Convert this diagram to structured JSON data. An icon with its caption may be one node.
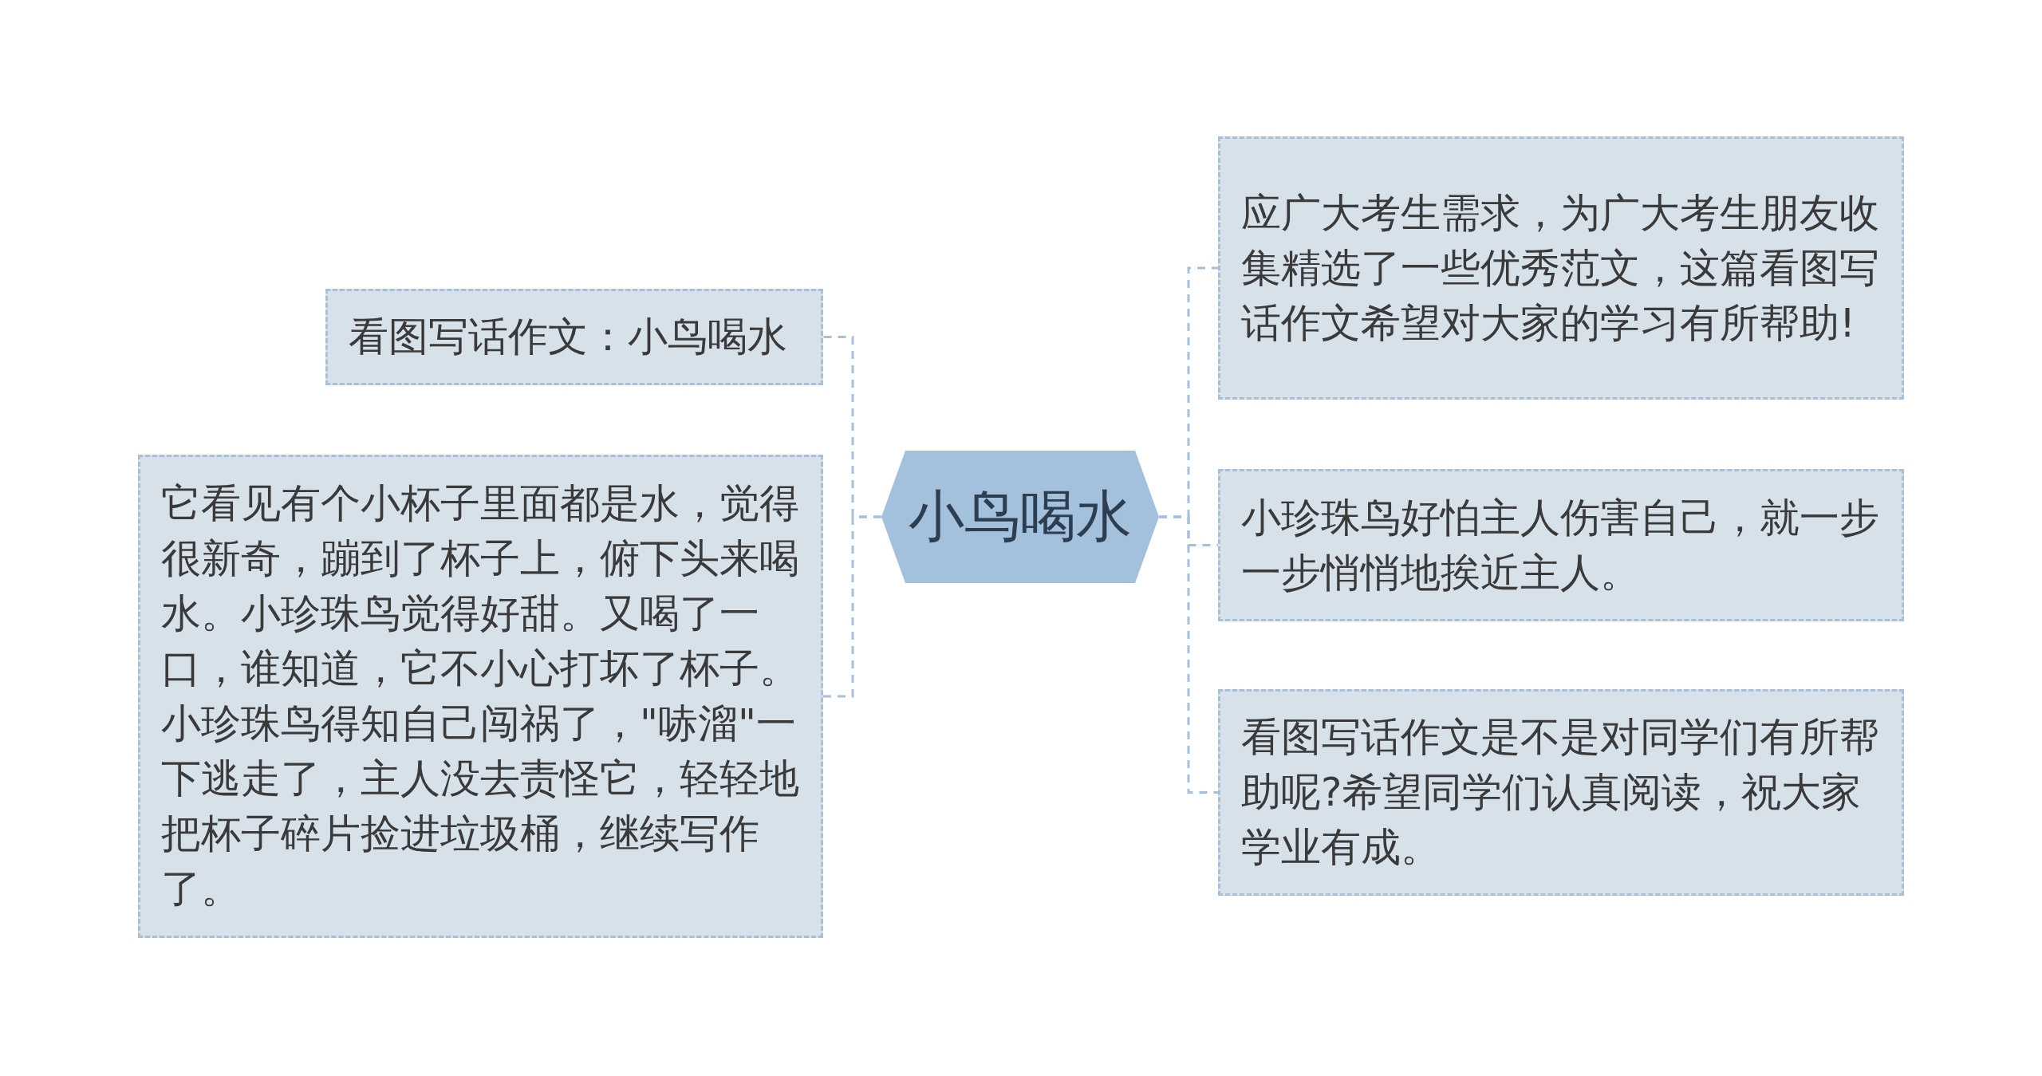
{
  "diagram": {
    "nodes": [
      {
        "text": [
          "小鸟喝水"
        ]
      },
      {
        "text": [
          "看图写话作文：小鸟喝水"
        ]
      },
      {
        "text": [
          "它看见有个小杯子里面都是水，觉得很新奇，蹦到了杯子上，俯下头来喝水。小珍珠鸟觉得好甜。又喝了一口，谁知道，它不小心打坏了杯子。小珍珠鸟得知自己闯祸了，\"哧溜\"一下逃走了，主人没去责怪它，轻轻地把杯子碎片捡进垃圾桶，继续写作了。"
        ]
      },
      {
        "text": [
          "应广大考生需求，为广大考生朋友收集精选了一些优秀范文，这篇看图写话作文希望对大家的学习有所帮助!"
        ]
      },
      {
        "text": [
          "小珍珠鸟好怕主人伤害自己，就一步一步悄悄地挨近主人。"
        ]
      },
      {
        "text": [
          "看图写话作文是不是对同学们有所帮助呢?希望同学们认真阅读，祝大家学业有成。"
        ]
      }
    ],
    "edges": [
      {
        "from": 0,
        "to": 1,
        "arrow": "none",
        "style": "dashed"
      },
      {
        "from": 0,
        "to": 2,
        "arrow": "none",
        "style": "dashed"
      },
      {
        "from": 0,
        "to": 3,
        "arrow": "none",
        "style": "dashed"
      },
      {
        "from": 0,
        "to": 4,
        "arrow": "none",
        "style": "dashed"
      },
      {
        "from": 0,
        "to": 5,
        "arrow": "none",
        "style": "dashed"
      }
    ]
  }
}
